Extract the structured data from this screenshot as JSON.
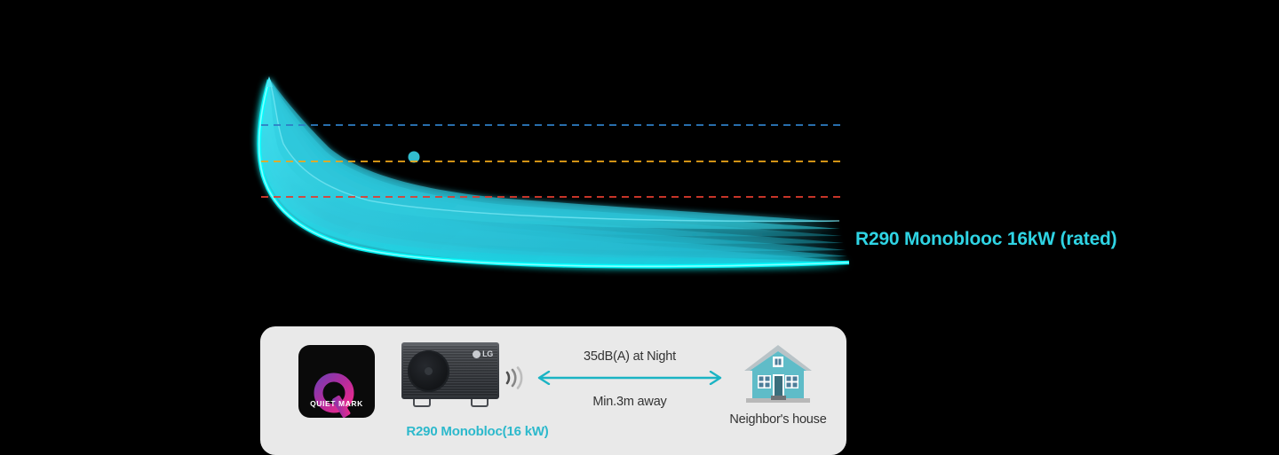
{
  "background_color": "#000000",
  "chart_data": {
    "type": "area",
    "title": "",
    "xlabel": "",
    "ylabel": "",
    "grid": false,
    "legend_position": "inline-right",
    "series": [
      {
        "name": "R290 Monoblooc 16kW (rated)",
        "color": "#2FD4E4",
        "glow_color": "#00FFFF",
        "description": "Decaying sound-pressure ribbon sweeping from upper-left peak down to the right tail",
        "x": [
          303,
          330,
          360,
          400,
          450,
          500,
          560,
          620,
          700,
          780,
          860,
          920,
          955
        ],
        "upper_y": [
          88,
          120,
          142,
          160,
          174,
          186,
          200,
          214,
          232,
          248,
          262,
          272,
          277
        ],
        "lower_y": [
          130,
          176,
          205,
          228,
          245,
          257,
          268,
          276,
          284,
          289,
          293,
          296,
          297
        ]
      }
    ],
    "marker_points": [
      {
        "x": 466,
        "y": 177,
        "color": "#2FD4E4",
        "radius": 6
      }
    ],
    "reference_lines": [
      {
        "name": "upper-threshold",
        "color": "#2E7DC4",
        "y": 141,
        "x_start": 294,
        "x_end": 952,
        "style": "dashed"
      },
      {
        "name": "mid-threshold",
        "color": "#F0A818",
        "y": 182,
        "x_start": 294,
        "x_end": 952,
        "style": "dashed"
      },
      {
        "name": "lower-threshold",
        "color": "#E23B2E",
        "y": 222,
        "x_start": 294,
        "x_end": 952,
        "style": "dashed"
      }
    ],
    "curve_label": "R290 Monoblooc 16kW (rated)"
  },
  "curve": {
    "label": "R290 Monoblooc 16kW (rated)"
  },
  "panel": {
    "background_color": "#E9E9E9",
    "quiet_mark": {
      "logo_letter": "Q",
      "label": "QUIET MARK",
      "badge_color": "#0A0A0A",
      "gradient_from": "#8E3BAE",
      "gradient_to": "#E8298E"
    },
    "unit": {
      "brand": "LG",
      "caption": "R290 Monobloc(16 kW)",
      "caption_color": "#2DB9CC",
      "sound_icon": "sound-waves-icon"
    },
    "distance": {
      "top_label": "35dB(A) at Night",
      "bottom_label": "Min.3m away",
      "arrow_color": "#1BB4C4",
      "arrow_icon": "double-headed-arrow-icon"
    },
    "house": {
      "caption": "Neighbor's house",
      "body_color": "#5FBCC8",
      "roof_color": "#B9C3C7",
      "door_color": "#3A6E7C",
      "window_color": "#4C7D99",
      "base_color": "#B8B8B8",
      "icon": "house-icon"
    }
  }
}
